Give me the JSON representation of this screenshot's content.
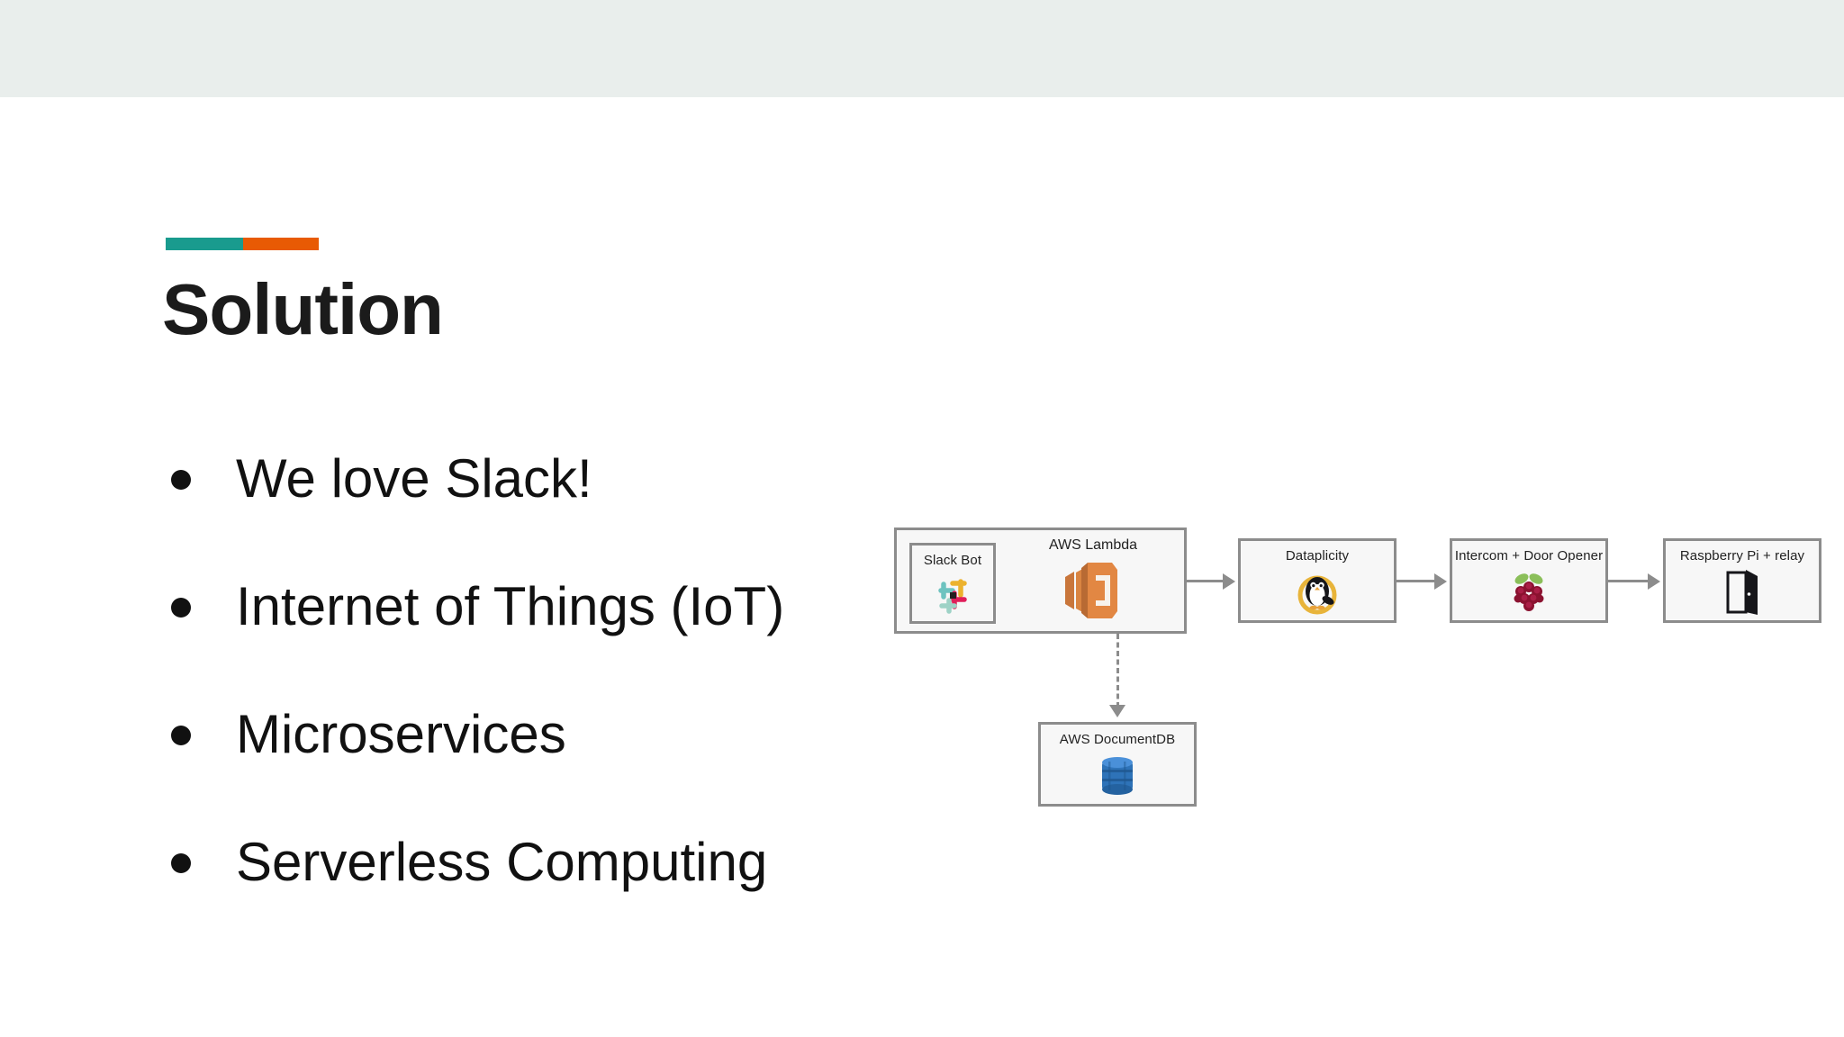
{
  "slide": {
    "title": "Solution",
    "accent": {
      "teal": "#199b8e",
      "orange": "#e85a04"
    },
    "top_band_color": "#e9eeec",
    "bullets": [
      {
        "text": "We love Slack!"
      },
      {
        "text": "Internet of Things (IoT)"
      },
      {
        "text": "Microservices"
      },
      {
        "text": "Serverless Computing"
      }
    ]
  },
  "diagram": {
    "nodes": [
      {
        "id": "lambda",
        "label": "AWS Lambda",
        "icon": "aws-lambda-icon"
      },
      {
        "id": "slack",
        "label": "Slack Bot",
        "icon": "slack-icon"
      },
      {
        "id": "dataplicity",
        "label": "Dataplicity",
        "icon": "penguin-icon"
      },
      {
        "id": "intercom",
        "label": "Intercom + Door Opener",
        "icon": "raspberry-pi-icon"
      },
      {
        "id": "rpi",
        "label": "Raspberry Pi + relay",
        "icon": "open-door-icon"
      },
      {
        "id": "docdb",
        "label": "AWS DocumentDB",
        "icon": "database-cylinder-icon"
      }
    ],
    "edges": [
      {
        "from": "lambda",
        "to": "dataplicity",
        "style": "solid"
      },
      {
        "from": "dataplicity",
        "to": "intercom",
        "style": "solid"
      },
      {
        "from": "intercom",
        "to": "rpi",
        "style": "solid"
      },
      {
        "from": "lambda",
        "to": "docdb",
        "style": "dashed"
      }
    ],
    "colors": {
      "border": "#8c8c8c",
      "fill": "#f7f7f7",
      "arrow": "#8c8c8c"
    }
  }
}
